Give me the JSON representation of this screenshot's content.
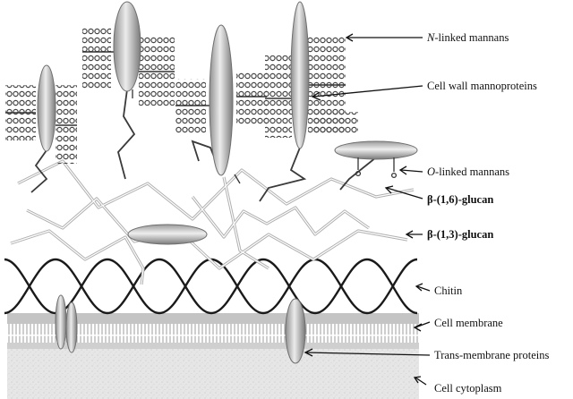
{
  "title": "",
  "labels": {
    "n_linked_prefix": "N",
    "n_linked_rest": "-linked mannans",
    "mannoproteins": "Cell wall mannoproteins",
    "o_linked_prefix": "O",
    "o_linked_rest": "-linked mannans",
    "b16_prefix": "β",
    "b16_rest": "-(1,6)-glucan",
    "b13_prefix": "β",
    "b13_rest": "-(1,3)-glucan",
    "chitin": "Chitin",
    "membrane": "Cell membrane",
    "transmembrane": "Trans-membrane proteins",
    "cytoplasm": "Cell cytoplasm"
  },
  "colors": {
    "line_dark": "#333333",
    "glucan_gray": "#bdbdbd",
    "protein_light": "#e6e6e6",
    "protein_dark": "#8a8a8a",
    "membrane_band": "#c8c8c8",
    "cytoplasm": "#e4e4e4"
  }
}
